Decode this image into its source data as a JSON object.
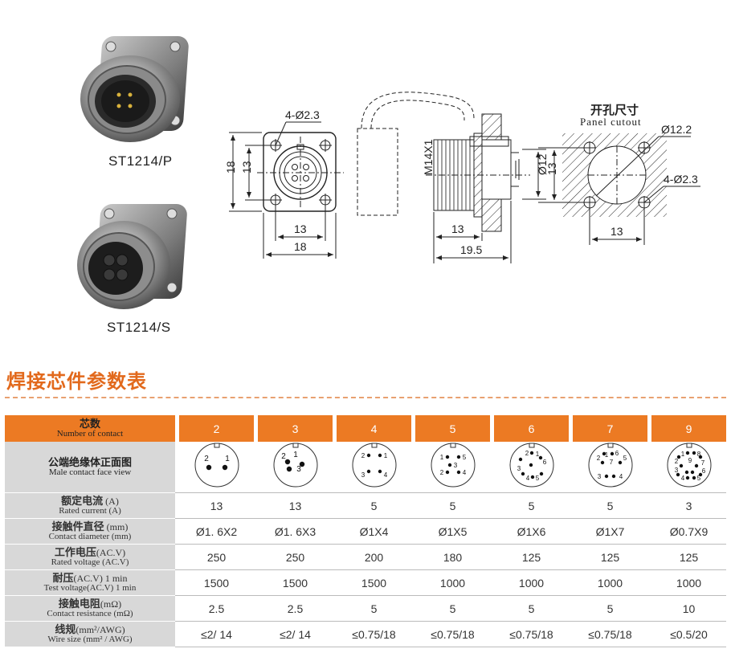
{
  "product": {
    "male_label": "ST1214/P",
    "female_label": "ST1214/S"
  },
  "drawing": {
    "front": {
      "hole_label": "4-Ø2.3",
      "dim_height_outer": "18",
      "dim_height_inner": "13",
      "dim_width_inner": "13",
      "dim_width_outer": "18"
    },
    "side": {
      "thread_label": "M14X1",
      "dia_label": "Ø12",
      "dim_13": "13",
      "dim_19_5": "19.5"
    },
    "cutout": {
      "title_cn": "开孔尺寸",
      "title_en": "Panel cutout",
      "dia_label": "Ø12.2",
      "hole_label": "4-Ø2.3",
      "dim_height": "13",
      "dim_width": "13"
    }
  },
  "section_title": "焊接芯件参数表",
  "table": {
    "header": {
      "cn": "芯数",
      "en": "Number of contact"
    },
    "columns": [
      "2",
      "3",
      "4",
      "5",
      "6",
      "7",
      "9"
    ],
    "pin_row": {
      "cn": "公端绝缘体正面图",
      "en": "Male contact face view"
    },
    "pin_layouts": [
      {
        "pins": [
          {
            "n": "2",
            "x": -13,
            "y": -8
          },
          {
            "n": "1",
            "x": 13,
            "y": -8
          }
        ],
        "dots": [
          {
            "x": -10,
            "y": 3
          },
          {
            "x": 10,
            "y": 3
          }
        ]
      },
      {
        "pins": [
          {
            "n": "2",
            "x": -15,
            "y": -11
          },
          {
            "n": "1",
            "x": 0,
            "y": -13
          },
          {
            "n": "3",
            "x": 4,
            "y": 5
          }
        ],
        "dots": [
          {
            "x": -10,
            "y": -4
          },
          {
            "x": -8,
            "y": 5
          },
          {
            "x": 8,
            "y": -1
          }
        ]
      },
      {
        "pins": [
          {
            "n": "2",
            "x": -14,
            "y": -12
          },
          {
            "n": "1",
            "x": 14,
            "y": -12
          },
          {
            "n": "3",
            "x": -14,
            "y": 12
          },
          {
            "n": "4",
            "x": 14,
            "y": 12
          }
        ],
        "dots": [
          {
            "x": -7,
            "y": -12
          },
          {
            "x": 7,
            "y": -12
          },
          {
            "x": -7,
            "y": 8
          },
          {
            "x": 7,
            "y": 8
          }
        ]
      },
      {
        "pins": [
          {
            "n": "1",
            "x": -14,
            "y": -10
          },
          {
            "n": "5",
            "x": 14,
            "y": -10
          },
          {
            "n": "3",
            "x": 3,
            "y": 0
          },
          {
            "n": "2",
            "x": -14,
            "y": 9
          },
          {
            "n": "4",
            "x": 14,
            "y": 9
          }
        ],
        "dots": [
          {
            "x": -7,
            "y": -10
          },
          {
            "x": 7,
            "y": -10
          },
          {
            "x": -4,
            "y": 0
          },
          {
            "x": -7,
            "y": 9
          },
          {
            "x": 7,
            "y": 9
          }
        ]
      },
      {
        "pins": [
          {
            "n": "2",
            "x": -6,
            "y": -15
          },
          {
            "n": "1",
            "x": 7,
            "y": -14
          },
          {
            "n": "6",
            "x": 16,
            "y": -4
          },
          {
            "n": "3",
            "x": -16,
            "y": 4
          },
          {
            "n": "4",
            "x": -5,
            "y": 16
          },
          {
            "n": "5",
            "x": 7,
            "y": 16
          }
        ],
        "dots": [
          {
            "x": 0,
            "y": -15
          },
          {
            "x": 11,
            "y": -9
          },
          {
            "x": -14,
            "y": -7
          },
          {
            "x": -11,
            "y": 11
          },
          {
            "x": 1,
            "y": 15
          },
          {
            "x": 12,
            "y": 11
          },
          {
            "x": -1,
            "y": 0
          }
        ]
      },
      {
        "pins": [
          {
            "n": "2",
            "x": -15,
            "y": -9
          },
          {
            "n": "1",
            "x": -5,
            "y": -13
          },
          {
            "n": "6",
            "x": 8,
            "y": -15
          },
          {
            "n": "5",
            "x": 18,
            "y": -9
          },
          {
            "n": "7",
            "x": 1,
            "y": -4
          },
          {
            "n": "3",
            "x": -14,
            "y": 14
          },
          {
            "n": "4",
            "x": 13,
            "y": 14
          }
        ],
        "dots": [
          {
            "x": -10,
            "y": -3
          },
          {
            "x": 12,
            "y": -3
          },
          {
            "x": -5,
            "y": 14
          },
          {
            "x": 4,
            "y": 14
          },
          {
            "x": 2,
            "y": -14
          },
          {
            "x": -8,
            "y": -14
          }
        ]
      },
      {
        "pins": [
          {
            "n": "1",
            "x": -8,
            "y": -14
          },
          {
            "n": "8",
            "x": 12,
            "y": -14
          },
          {
            "n": "9",
            "x": 1,
            "y": -6
          },
          {
            "n": "2",
            "x": -16,
            "y": -5
          },
          {
            "n": "7",
            "x": 17,
            "y": -3
          },
          {
            "n": "3",
            "x": -16,
            "y": 6
          },
          {
            "n": "6",
            "x": 18,
            "y": 7
          },
          {
            "n": "4",
            "x": -8,
            "y": 16
          },
          {
            "n": "5",
            "x": 12,
            "y": 16
          }
        ],
        "dots": [
          {
            "x": -2,
            "y": -15
          },
          {
            "x": 6,
            "y": -15
          },
          {
            "x": -13,
            "y": -10
          },
          {
            "x": 14,
            "y": -10
          },
          {
            "x": -10,
            "y": 1
          },
          {
            "x": 9,
            "y": 1
          },
          {
            "x": -3,
            "y": 9
          },
          {
            "x": 4,
            "y": 9
          },
          {
            "x": -14,
            "y": 12
          },
          {
            "x": 14,
            "y": 12
          },
          {
            "x": -2,
            "y": 16
          },
          {
            "x": 6,
            "y": 16
          }
        ]
      }
    ],
    "rows": [
      {
        "cn": "额定电流",
        "cn_suffix": " (A)",
        "en": "Rated current (A)",
        "values": [
          "13",
          "13",
          "5",
          "5",
          "5",
          "5",
          "3"
        ]
      },
      {
        "cn": "接触件直径",
        "cn_suffix": " (mm)",
        "en": "Contact diameter (mm)",
        "values": [
          "Ø1. 6X2",
          "Ø1. 6X3",
          "Ø1X4",
          "Ø1X5",
          "Ø1X6",
          "Ø1X7",
          "Ø0.7X9"
        ]
      },
      {
        "cn": "工作电压",
        "cn_suffix": "(AC.V)",
        "en": "Rated voltage (AC.V)",
        "values": [
          "250",
          "250",
          "200",
          "180",
          "125",
          "125",
          "125"
        ]
      },
      {
        "cn": "耐压",
        "cn_suffix": "(AC.V) 1 min",
        "en": "Test voltage(AC.V) 1 min",
        "values": [
          "1500",
          "1500",
          "1500",
          "1000",
          "1000",
          "1000",
          "1000"
        ]
      },
      {
        "cn": "接触电阻",
        "cn_suffix": "(mΩ)",
        "en": "Contact resistance (mΩ)",
        "values": [
          "2.5",
          "2.5",
          "5",
          "5",
          "5",
          "5",
          "10"
        ]
      },
      {
        "cn": "线规",
        "cn_suffix": "(mm²/AWG)",
        "en": "Wire size (mm² / AWG)",
        "values": [
          "≤2/ 14",
          "≤2/ 14",
          "≤0.75/18",
          "≤0.75/18",
          "≤0.75/18",
          "≤0.75/18",
          "≤0.5/20"
        ]
      }
    ]
  }
}
